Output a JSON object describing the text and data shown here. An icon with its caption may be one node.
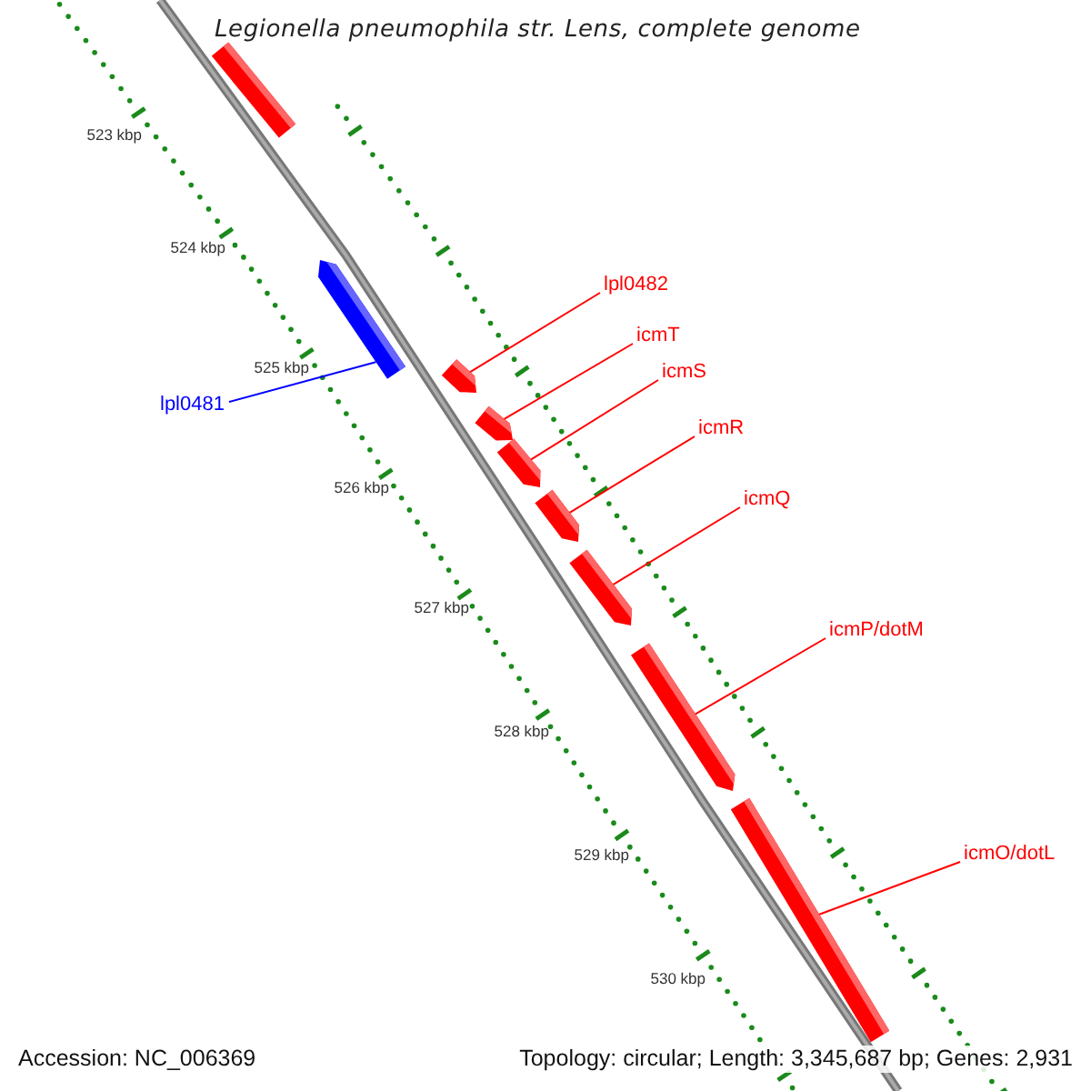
{
  "diagram": {
    "title": "Legionella pneumophila str. Lens, complete genome",
    "nodes": [
      {
        "text": [],
        "shape": "bar"
      },
      {
        "text": [],
        "shape": "bar"
      },
      {
        "text": [],
        "shape": "bar"
      },
      {
        "text": [],
        "shape": "bar"
      },
      {
        "text": [],
        "shape": "bar"
      },
      {
        "text": [],
        "shape": "bar"
      },
      {
        "text": [],
        "shape": "bar"
      },
      {
        "text": [],
        "shape": "bar"
      },
      {
        "text": [],
        "shape": "bar"
      },
      {
        "text": [
          "lpl0481"
        ]
      },
      {
        "text": [
          "lpl0482"
        ]
      },
      {
        "text": [
          "icmT"
        ]
      },
      {
        "text": [
          "icmS"
        ]
      },
      {
        "text": [
          "icmR"
        ]
      },
      {
        "text": [
          "icmQ"
        ]
      },
      {
        "text": [
          "icmP/dotM"
        ]
      },
      {
        "text": [
          "icmO/dotL"
        ]
      }
    ],
    "edges": [
      {
        "from": 9,
        "to": 1,
        "arrow": "none",
        "color": "#0000ff"
      },
      {
        "from": 10,
        "to": 2,
        "arrow": "none"
      },
      {
        "from": 11,
        "to": 3,
        "arrow": "none"
      },
      {
        "from": 12,
        "to": 4,
        "arrow": "none"
      },
      {
        "from": 13,
        "to": 5,
        "arrow": "none"
      },
      {
        "from": 14,
        "to": 6,
        "arrow": "none"
      },
      {
        "from": 15,
        "to": 7,
        "arrow": "none"
      },
      {
        "from": 16,
        "to": 8,
        "arrow": "none"
      }
    ],
    "labels": [
      "523 kbp",
      "524 kbp",
      "525 kbp",
      "526 kbp",
      "527 kbp",
      "528 kbp",
      "529 kbp",
      "530 kbp",
      "Accession: NC_006369",
      "Topology: circular; Length: 3,345,687 bp; Genes: 2,931"
    ]
  }
}
